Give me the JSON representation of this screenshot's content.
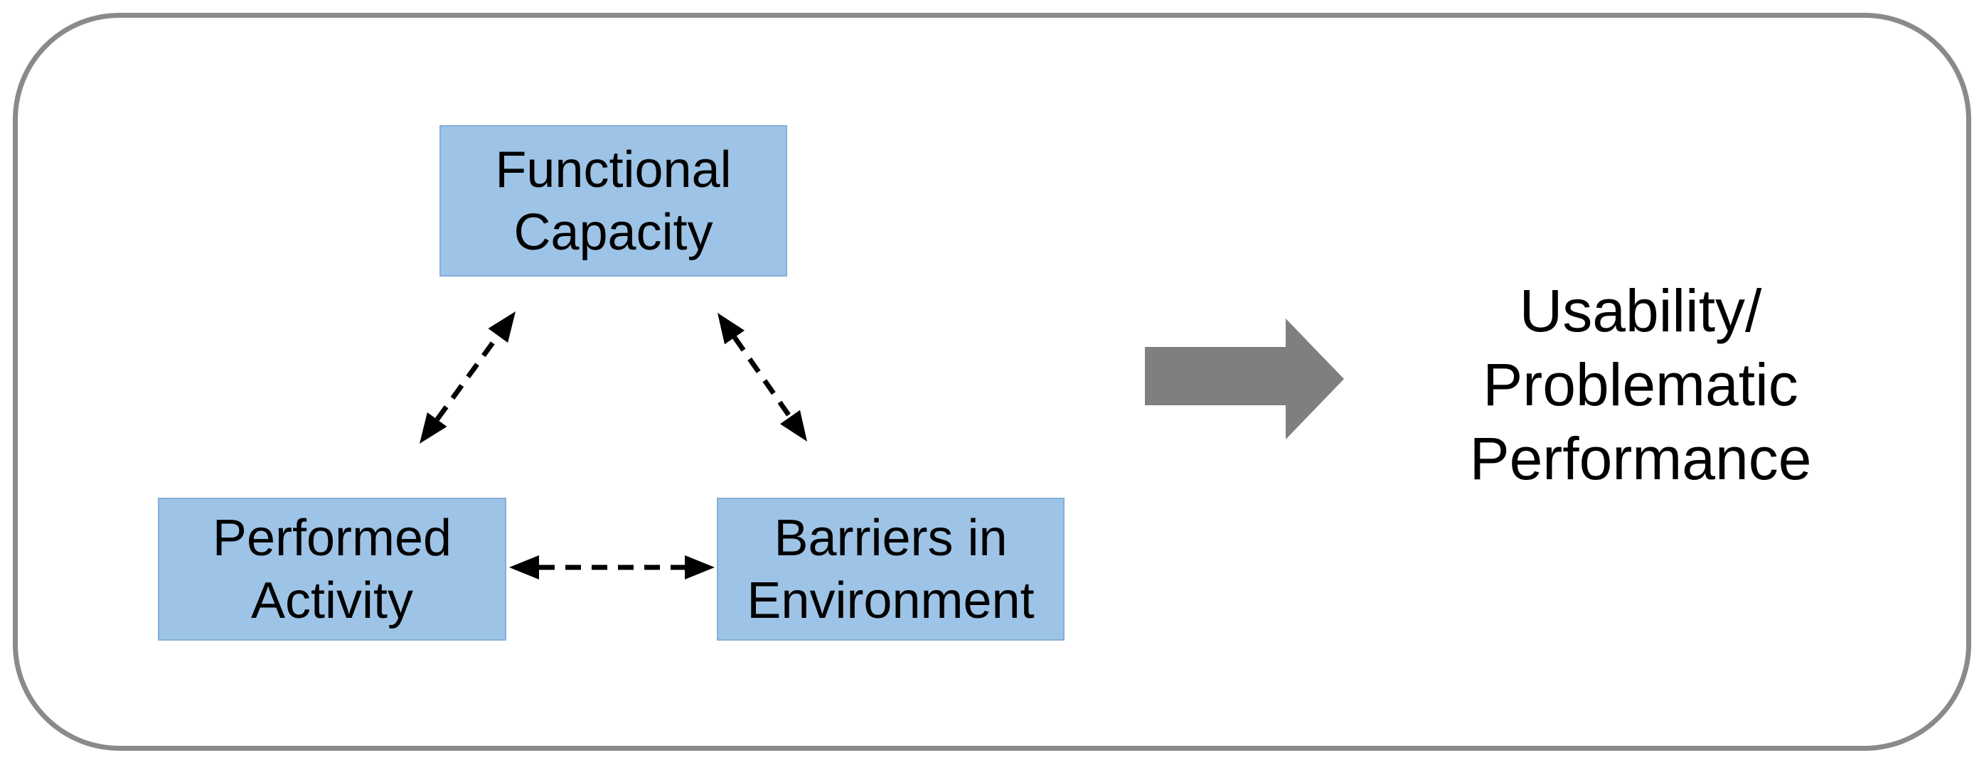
{
  "diagram_title": "",
  "boxes": {
    "functional_capacity": {
      "line1": "Functional",
      "line2": "Capacity"
    },
    "performed_activity": {
      "line1": "Performed",
      "line2": "Activity"
    },
    "barriers_environment": {
      "line1": "Barriers in",
      "line2": "Environment"
    }
  },
  "result_text": {
    "line1": "Usability/",
    "line2": "Problematic",
    "line3": "Performance"
  },
  "connections": [
    {
      "from": "functional-capacity",
      "to": "performed-activity",
      "style": "dashed-double-headed"
    },
    {
      "from": "functional-capacity",
      "to": "barriers-in-environment",
      "style": "dashed-double-headed"
    },
    {
      "from": "performed-activity",
      "to": "barriers-in-environment",
      "style": "dashed-double-headed"
    },
    {
      "from": "triad",
      "to": "usability-problematic-performance",
      "style": "solid-block-arrow"
    }
  ],
  "colors": {
    "background": "#FFFFFF",
    "frame_border": "#8A8A8A",
    "box_fill": "#9DC3E6",
    "box_border": "#85AFD9",
    "arrow_gray": "#7F7F7F",
    "dashed": "#000000"
  }
}
